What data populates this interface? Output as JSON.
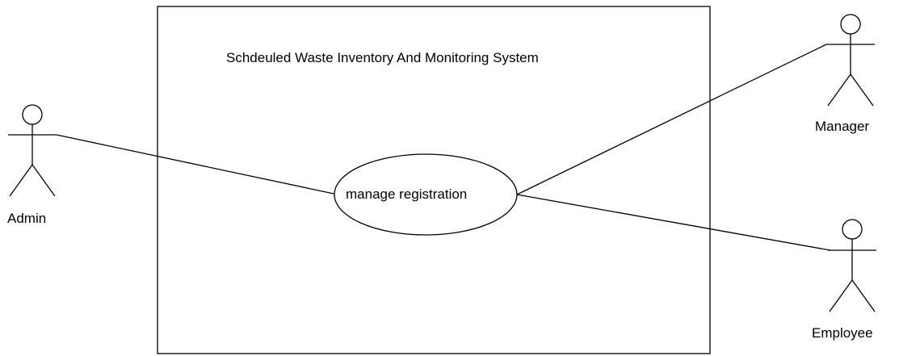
{
  "system": {
    "title": "Schdeuled Waste Inventory And Monitoring System"
  },
  "use_cases": [
    {
      "id": "manage-registration",
      "label": "manage registration"
    }
  ],
  "actors": [
    {
      "id": "admin",
      "label": "Admin"
    },
    {
      "id": "manager",
      "label": "Manager"
    },
    {
      "id": "employee",
      "label": "Employee"
    }
  ]
}
